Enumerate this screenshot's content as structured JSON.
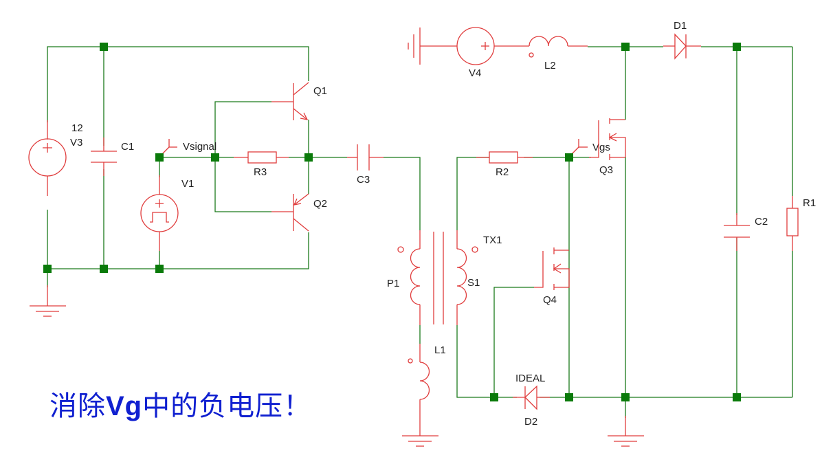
{
  "diagram": {
    "type": "circuit-schematic",
    "colors": {
      "wire": "#1a7a1a",
      "component": "#e03c3c",
      "node": "#0a7a0a",
      "label": "#222222",
      "title": "#1020d0"
    },
    "title": {
      "part1": "消除",
      "part2": "Vg",
      "part3": "中的负电压！"
    },
    "components": {
      "V3": {
        "name": "V3",
        "value": "12",
        "kind": "dc-voltage-source"
      },
      "C1": {
        "name": "C1",
        "kind": "capacitor"
      },
      "V1": {
        "name": "V1",
        "kind": "pulse-voltage-source"
      },
      "Vsignal": {
        "name": "Vsignal",
        "kind": "probe"
      },
      "R3": {
        "name": "R3",
        "kind": "resistor"
      },
      "Q1": {
        "name": "Q1",
        "kind": "npn-bjt"
      },
      "Q2": {
        "name": "Q2",
        "kind": "pnp-bjt"
      },
      "C3": {
        "name": "C3",
        "kind": "capacitor"
      },
      "TX1": {
        "name": "TX1",
        "kind": "transformer"
      },
      "P1": {
        "name": "P1",
        "kind": "primary-winding"
      },
      "S1": {
        "name": "S1",
        "kind": "secondary-winding"
      },
      "L1": {
        "name": "L1",
        "kind": "inductor"
      },
      "R2": {
        "name": "R2",
        "kind": "resistor"
      },
      "Vgs": {
        "name": "Vgs",
        "kind": "probe"
      },
      "Q3": {
        "name": "Q3",
        "kind": "n-mosfet"
      },
      "Q4": {
        "name": "Q4",
        "kind": "n-mosfet"
      },
      "D2": {
        "name": "D2",
        "model": "IDEAL",
        "kind": "diode"
      },
      "V4": {
        "name": "V4",
        "kind": "dc-voltage-source"
      },
      "L2": {
        "name": "L2",
        "kind": "inductor"
      },
      "D1": {
        "name": "D1",
        "kind": "diode"
      },
      "C2": {
        "name": "C2",
        "kind": "capacitor"
      },
      "R1": {
        "name": "R1",
        "kind": "resistor"
      }
    },
    "symbols": {
      "plus": "+"
    }
  }
}
